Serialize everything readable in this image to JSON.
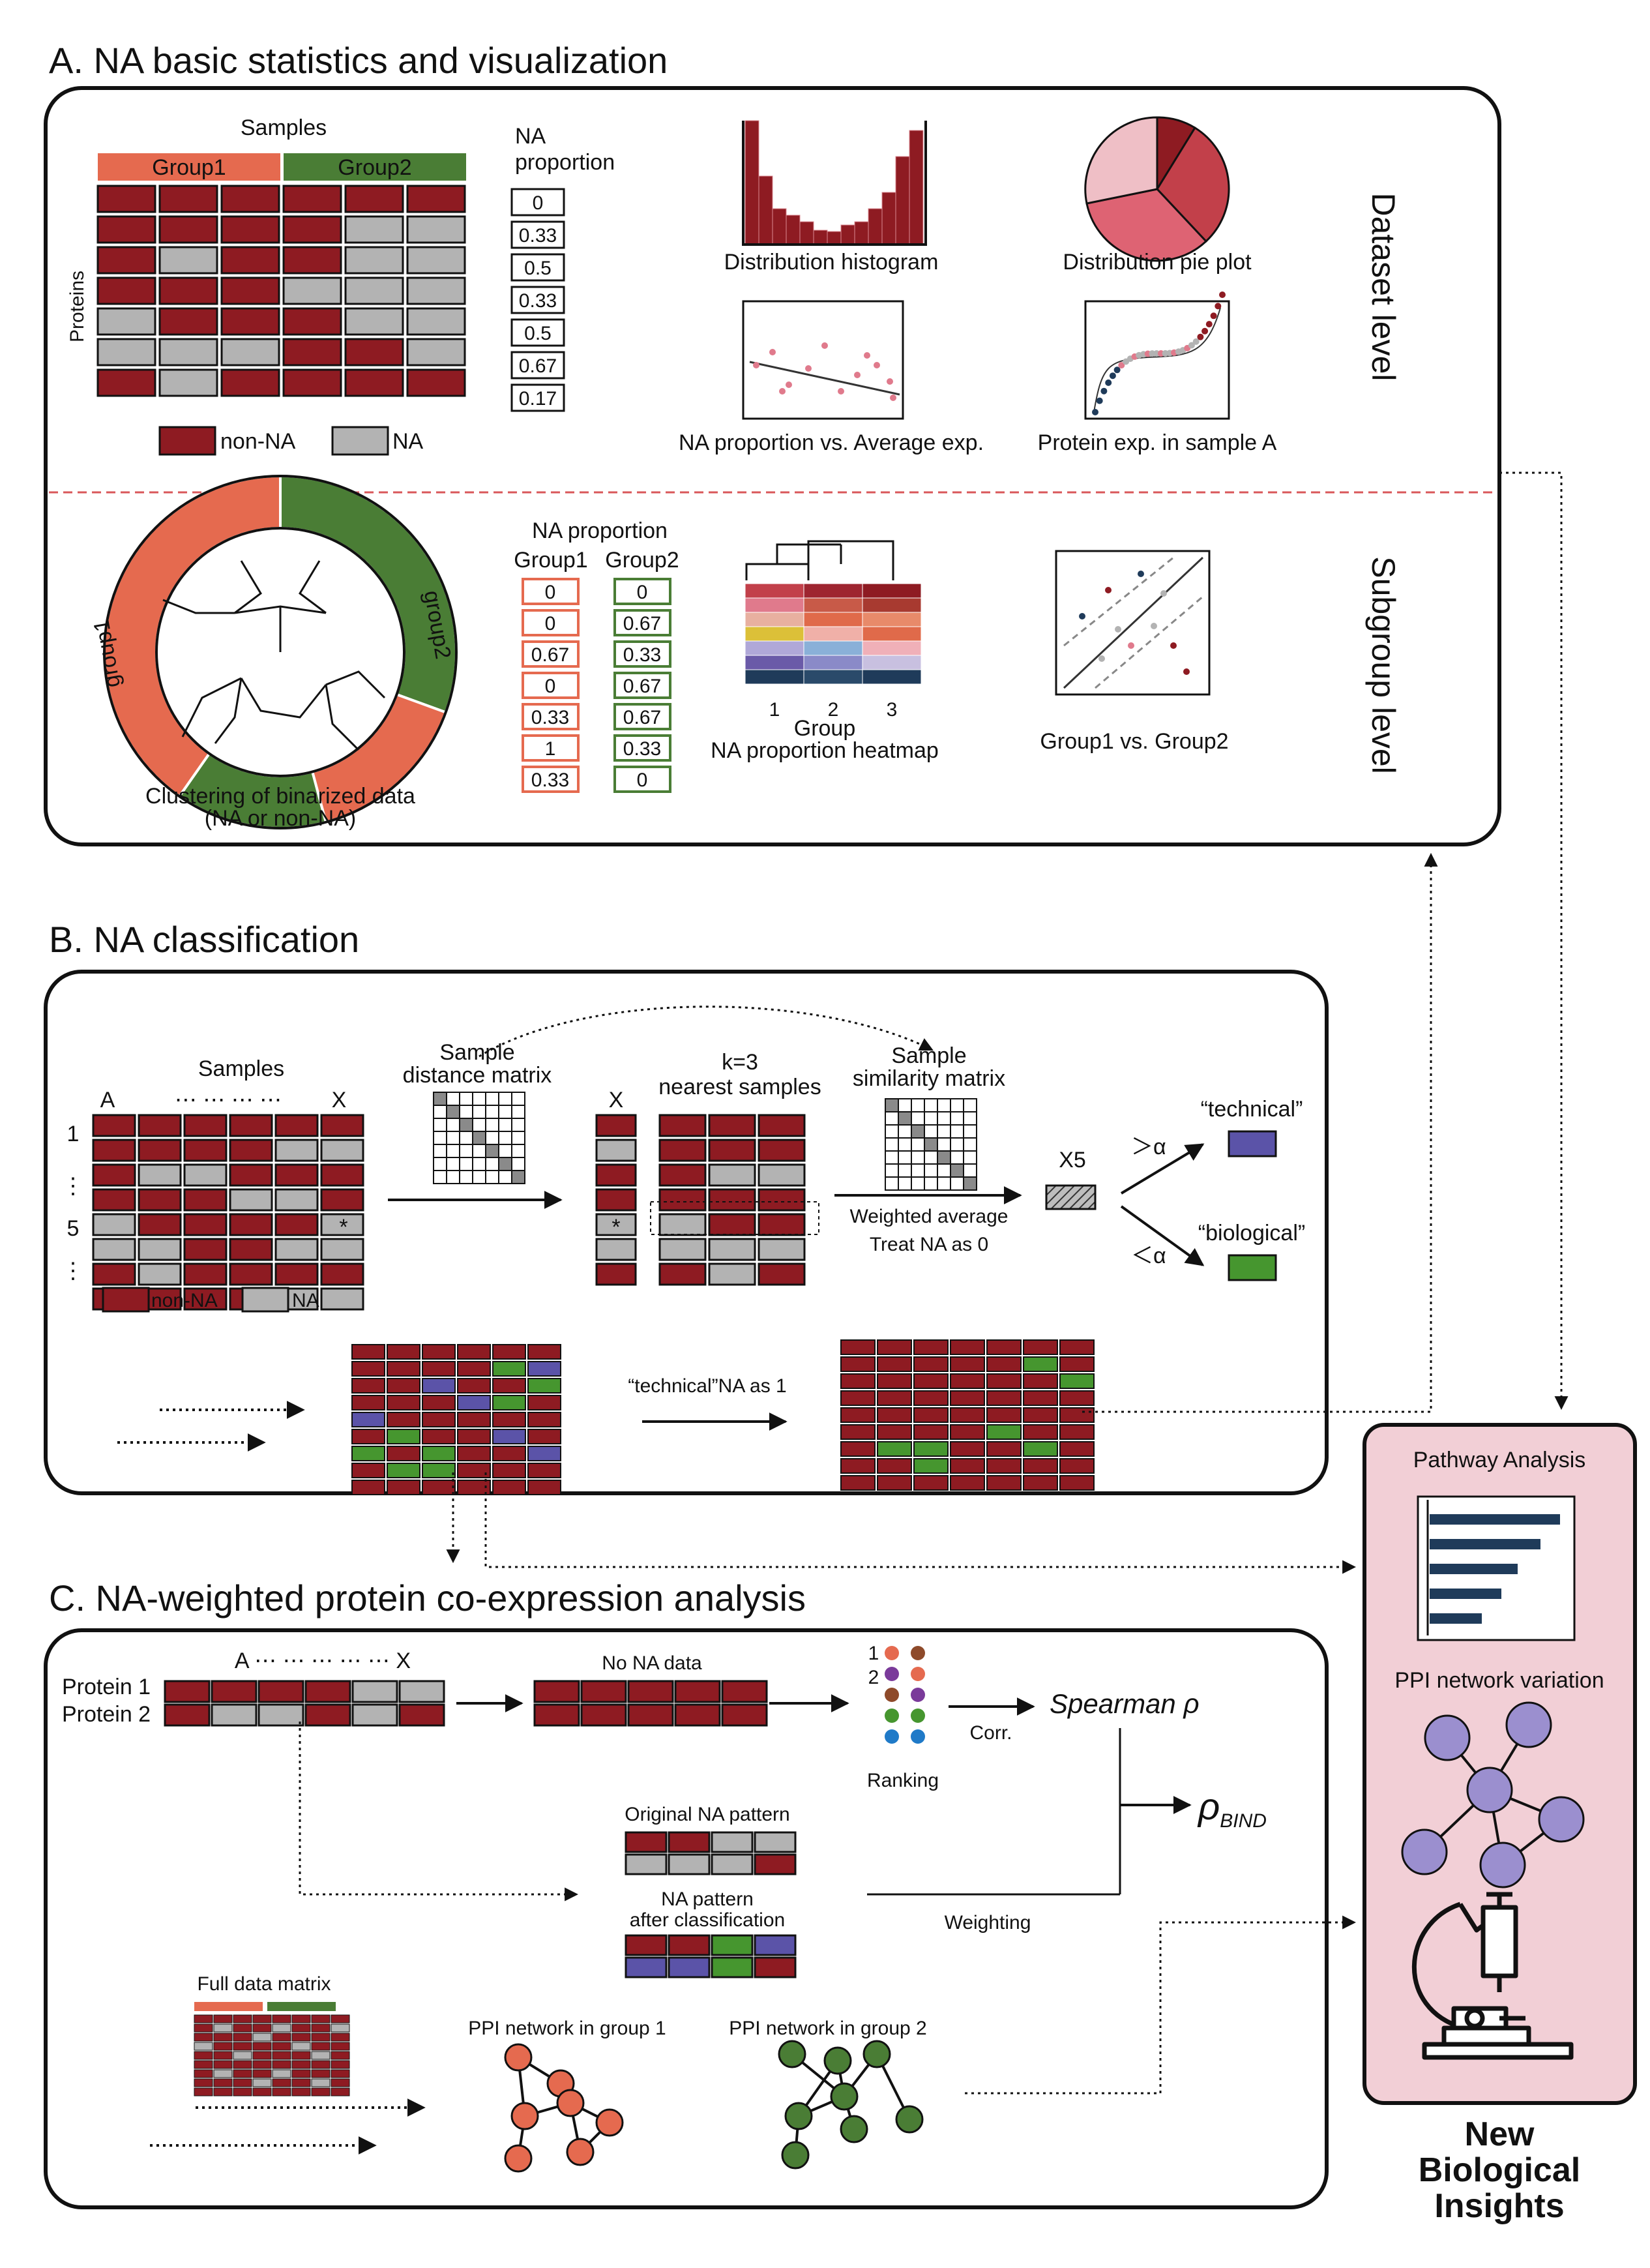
{
  "colors": {
    "non_na": "#8e1b22",
    "na": "#b3b3b3",
    "group1": "#e56a4f",
    "group2": "#4a7d35",
    "technical": "#5b53a8",
    "biological": "#46962f",
    "insights_bg": "#f2cfd6",
    "dashed_red": "#d9575a",
    "bar": "#1f3b5a",
    "ppi_node": "#9b8fcf"
  },
  "icons": {
    "pathway": "bar-chart-icon",
    "ppi": "network-icon",
    "microscope": "microscope-icon"
  },
  "section_a": {
    "title": "A. NA basic statistics and visualization",
    "dataset_level": "Dataset level",
    "subgroup_level": "Subgroup level",
    "samples_label": "Samples",
    "group1": "Group1",
    "group2": "Group2",
    "proteins_label": "Proteins",
    "na_proportion_title_line1": "NA",
    "na_proportion_title_line2": "proportion",
    "na_proportions": [
      "0",
      "0.33",
      "0.5",
      "0.33",
      "0.5",
      "0.67",
      "0.17"
    ],
    "legend_non_na": "non-NA",
    "legend_na": "NA",
    "histogram_label": "Distribution histogram",
    "pie_label": "Distribution pie plot",
    "scatter_label": "NA proportion vs. Average exp.",
    "sample_exp_label": "Protein exp. in sample A",
    "cluster_group1": "group1",
    "cluster_group2": "group2",
    "cluster_caption_line1": "Clustering of binarized data",
    "cluster_caption_line2": "(NA or non-NA)",
    "subgroup_na_title": "NA proportion",
    "subgroup_group1_header": "Group1",
    "subgroup_group2_header": "Group2",
    "subgroup_group1_values": [
      "0",
      "0",
      "0.67",
      "0",
      "0.33",
      "1",
      "0.33"
    ],
    "subgroup_group2_values": [
      "0",
      "0.67",
      "0.33",
      "0.67",
      "0.67",
      "0.33",
      "0"
    ],
    "heatmap_ticks": [
      "1",
      "2",
      "3"
    ],
    "heatmap_axis": "Group",
    "heatmap_label": "NA proportion heatmap",
    "group_compare_label": "Group1 vs. Group2"
  },
  "section_b": {
    "title": "B. NA classification",
    "samples_label": "Samples",
    "col_start": "A",
    "col_dots": "⋯ ⋯ ⋯ ⋯",
    "col_end": "X",
    "row_one": "1",
    "row_five": "5",
    "star": "*",
    "legend_non_na": "non-NA",
    "legend_na": "NA",
    "distance_label_line1": "Sample",
    "distance_label_line2": "distance matrix",
    "x_label": "X",
    "knn_line1": "k=3",
    "knn_line2": "nearest samples",
    "similarity_line1": "Sample",
    "similarity_line2": "similarity matrix",
    "weighted_line1": "Weighted average",
    "weighted_line2": "Treat NA as 0",
    "x5": "X5",
    "gt_alpha": "＞α",
    "lt_alpha": "＜α",
    "technical": "“technical”",
    "biological": "“biological”",
    "technical_as_one": "“technical”NA as 1"
  },
  "section_c": {
    "title": "C. NA-weighted protein co-expression analysis",
    "protein1": "Protein 1",
    "protein2": "Protein 2",
    "col_header": "A ⋯ ⋯ ⋯ ⋯ ⋯ X",
    "no_na_data": "No NA data",
    "rank_one": "1",
    "rank_two": "2",
    "ranking": "Ranking",
    "corr": "Corr.",
    "spearman": "Spearman ρ",
    "rho_main": "ρ",
    "rho_sub": "BIND",
    "original_pattern": "Original NA pattern",
    "after_line1": "NA pattern",
    "after_line2": "after classification",
    "weighting": "Weighting",
    "full_matrix": "Full data matrix",
    "ppi_group1": "PPI network in group 1",
    "ppi_group2": "PPI network in group 2"
  },
  "insights": {
    "pathway": "Pathway Analysis",
    "ppi_variation": "PPI network variation",
    "title_line1": "New",
    "title_line2": "Biological",
    "title_line3": "Insights"
  }
}
